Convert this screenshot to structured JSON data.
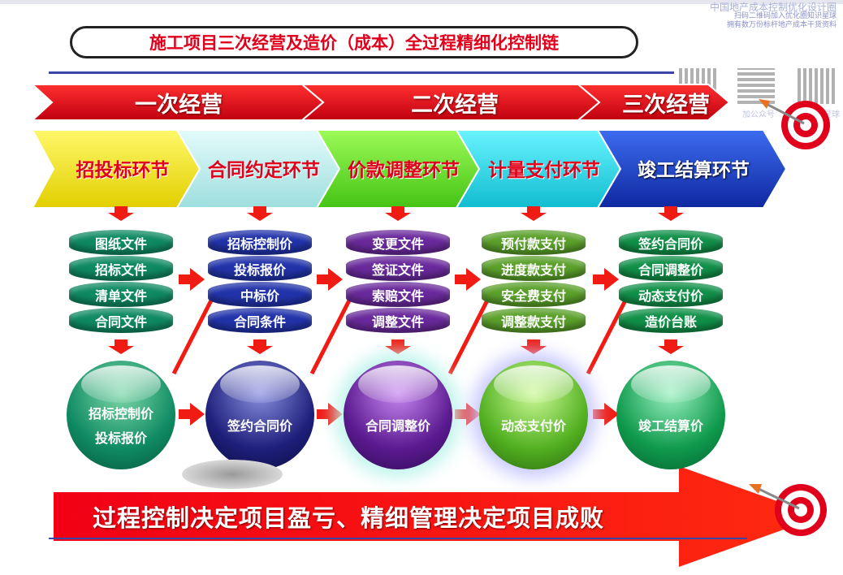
{
  "title": "施工项目三次经营及造价（成本）全过程精细化控制链",
  "watermark": {
    "line1": "中国地产成本控制优化设计圈",
    "line2": "扫码二维码加入优化圈知识星球",
    "line3": "拥有数万份标杆地产成本干货资料",
    "label1": "加公众号",
    "label2": "加知识星球"
  },
  "stages": [
    "一次经营",
    "二次经营",
    "三次经营"
  ],
  "steps": [
    "招投标环节",
    "合同约定环节",
    "价款调整环节",
    "计量支付环节",
    "竣工结算环节"
  ],
  "columns": [
    {
      "disks": [
        "图纸文件",
        "招标文件",
        "清单文件",
        "合同文件"
      ],
      "ball": [
        "招标控制价",
        "投标报价"
      ],
      "color": "#0f8a63"
    },
    {
      "disks": [
        "招标控制价",
        "投标报价",
        "中标价",
        "合同条件"
      ],
      "ball": [
        "签约合同价"
      ],
      "color": "#2233aa"
    },
    {
      "disks": [
        "变更文件",
        "签证文件",
        "索赔文件",
        "调整文件"
      ],
      "ball": [
        "合同调整价"
      ],
      "color": "#6a2a9c"
    },
    {
      "disks": [
        "预付款支付",
        "进度款支付",
        "安全费支付",
        "调整款支付"
      ],
      "ball": [
        "动态支付价"
      ],
      "color": "#5aa02a"
    },
    {
      "disks": [
        "签约合同价",
        "合同调整价",
        "动态支付价",
        "造价台账"
      ],
      "ball": [
        "竣工结算价"
      ],
      "color": "#109048"
    }
  ],
  "banner": "过程控制决定项目盈亏、精细管理决定项目成败",
  "colors": {
    "red": "#e0001b",
    "yellow": "#f2e600",
    "cyan": "#b8ecec",
    "green": "#66dd33",
    "aqua": "#22d8e8",
    "blue": "#1a3ac0"
  }
}
